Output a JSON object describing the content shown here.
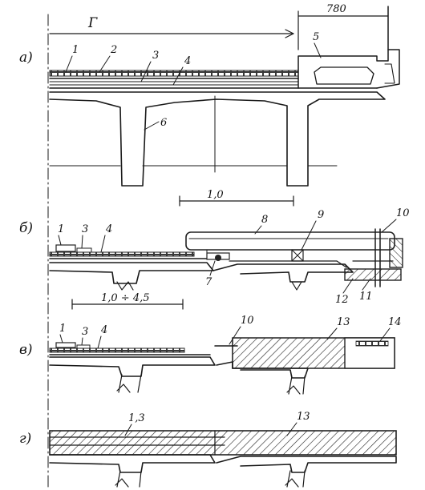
{
  "panels": {
    "a": "a)",
    "b": "б)",
    "v": "в)",
    "g": "г)"
  },
  "dimensions": {
    "span_G": "Г",
    "width_780": "780",
    "len_1_0": "1,0",
    "len_1_0_to_4_5": "1,0 ÷ 4,5"
  },
  "callouts": [
    "1",
    "2",
    "3",
    "4",
    "5",
    "6",
    "7",
    "8",
    "9",
    "10",
    "11",
    "12",
    "13",
    "14"
  ],
  "callout_13_panel_g": "1,3",
  "callout_13b_panel_g": "13"
}
